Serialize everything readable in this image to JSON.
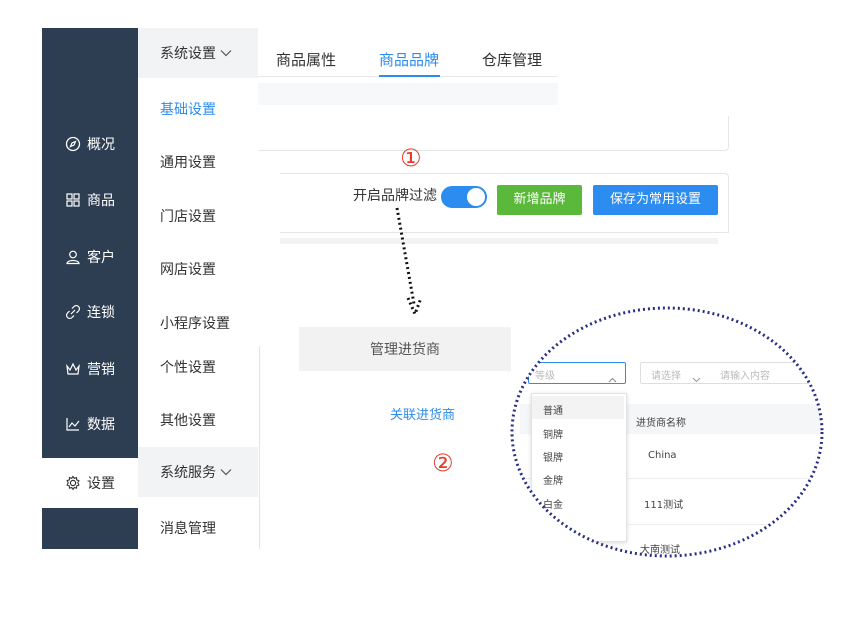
{
  "sidebar": {
    "items": [
      {
        "label": "概况",
        "icon": "compass-icon"
      },
      {
        "label": "商品",
        "icon": "grid-icon"
      },
      {
        "label": "客户",
        "icon": "user-icon"
      },
      {
        "label": "连锁",
        "icon": "link-icon"
      },
      {
        "label": "营销",
        "icon": "crown-icon"
      },
      {
        "label": "数据",
        "icon": "chart-icon"
      },
      {
        "label": "设置",
        "icon": "gear-icon"
      }
    ]
  },
  "subnav": {
    "group1": "系统设置",
    "items": [
      "基础设置",
      "通用设置",
      "门店设置",
      "网店设置",
      "小程序设置",
      "个性设置",
      "其他设置"
    ],
    "group2": "系统服务",
    "last": "消息管理"
  },
  "tabs": [
    "商品属性",
    "商品品牌",
    "仓库管理"
  ],
  "toolbar": {
    "switch_label": "开启品牌过滤",
    "add_brand": "新增品牌",
    "save_common": "保存为常用设置"
  },
  "markers": {
    "one": "①",
    "two": "②"
  },
  "manage_supplier": "管理进货商",
  "link_supplier": "关联进货商",
  "zoom": {
    "level_placeholder": "等级",
    "select_placeholder": "请选择",
    "input_placeholder": "请输入内容",
    "levels": [
      "普通",
      "铜牌",
      "银牌",
      "金牌",
      "白金"
    ],
    "column_header": "进货商名称",
    "rows": [
      "China",
      "111测试",
      "大南测试"
    ]
  },
  "colors": {
    "sidebar": "#2e3e52",
    "accent": "#2d8cf0",
    "green": "#5ab83a",
    "marker": "#e63a2a",
    "ellipse": "#2a2f86"
  }
}
